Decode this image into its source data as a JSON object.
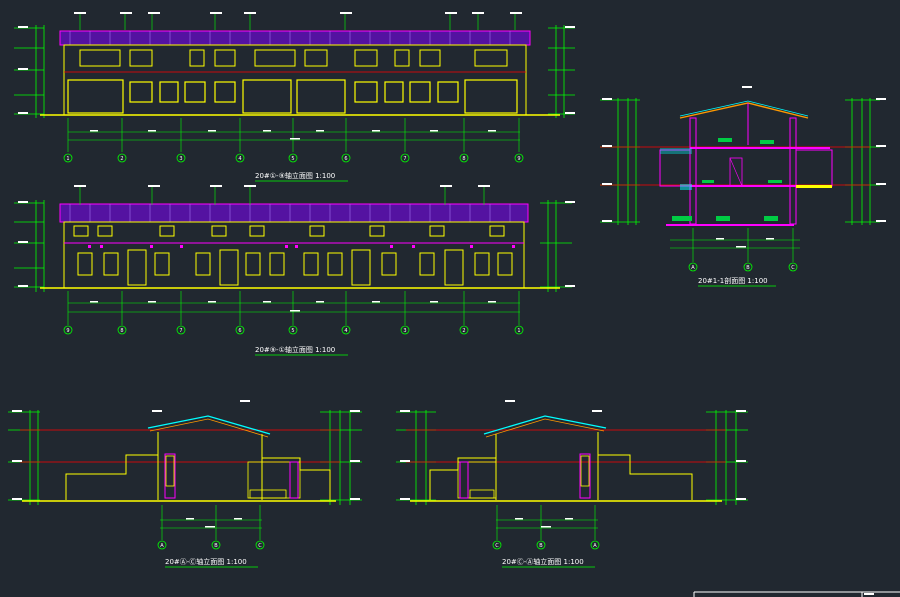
{
  "drawing": {
    "background": "#212830",
    "colors": {
      "green": "#00ff00",
      "yellow": "#ffff00",
      "magenta": "#ff00ff",
      "cyan": "#00ffff",
      "red": "#ff0000",
      "purple": "#8000ff",
      "white": "#ffffff"
    },
    "titles": {
      "front_elevation": "20#①-⑨轴立面图 1:100",
      "back_elevation": "20#⑨-①轴立面图 1:100",
      "section": "20#1-1剖面图 1:100",
      "side_elevation_left": "20#Ⓐ-Ⓒ轴立面图 1:100",
      "side_elevation_right": "20#Ⓒ-Ⓐ轴立面图 1:100"
    },
    "front_grid_labels": [
      "1",
      "2",
      "3",
      "4",
      "5",
      "6",
      "7",
      "8",
      "9"
    ],
    "back_grid_labels": [
      "9",
      "8",
      "7",
      "6",
      "5",
      "4",
      "3",
      "2",
      "1"
    ],
    "section_grid_labels": [
      "A",
      "B",
      "C"
    ],
    "side_left_grid_labels": [
      "A",
      "B",
      "C"
    ],
    "side_right_grid_labels": [
      "C",
      "B",
      "A"
    ]
  }
}
